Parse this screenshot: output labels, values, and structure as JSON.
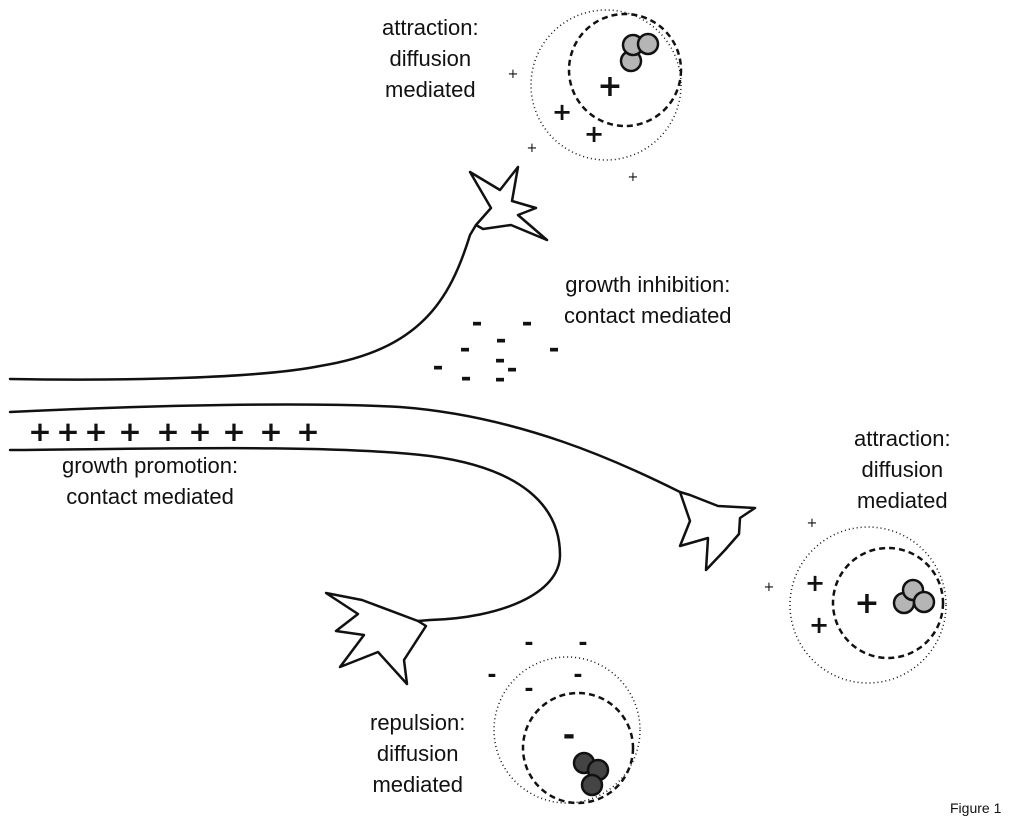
{
  "labels": {
    "attraction_top": [
      "attraction:",
      "diffusion",
      "mediated"
    ],
    "inhibition": [
      "growth inhibition:",
      "contact mediated"
    ],
    "promotion": [
      "growth promotion:",
      "contact mediated"
    ],
    "attraction_right": [
      "attraction:",
      "diffusion",
      "mediated"
    ],
    "repulsion": [
      "repulsion:",
      "diffusion",
      "mediated"
    ]
  },
  "signs": {
    "plus": "+",
    "minus": "-"
  },
  "caption": "Figure 1",
  "colors": {
    "stroke": "#111111",
    "attractant_fill": "#b5b5b5",
    "repellent_fill": "#444444"
  }
}
